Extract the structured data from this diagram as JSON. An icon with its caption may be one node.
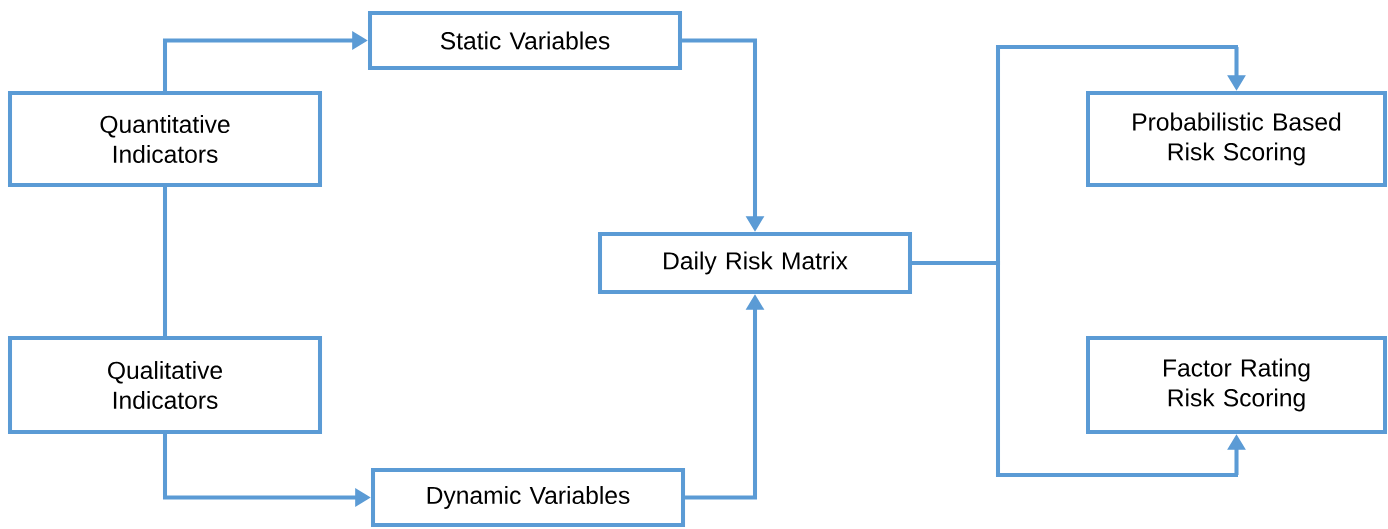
{
  "diagram": {
    "nodes": [
      {
        "text": [
          "Quantitative Indicators"
        ]
      },
      {
        "text": [
          "Qualitative Indicators"
        ]
      },
      {
        "text": [
          "Static Variables"
        ]
      },
      {
        "text": [
          "Dynamic Variables"
        ]
      },
      {
        "text": [
          "Daily Risk Matrix"
        ]
      },
      {
        "text": [
          "Probabilistic Based Risk Scoring"
        ]
      },
      {
        "text": [
          "Factor Rating Risk Scoring"
        ]
      }
    ],
    "edges": [
      {
        "from": 0,
        "to": 2,
        "arrow": "to"
      },
      {
        "from": 0,
        "to": 1,
        "arrow": "none"
      },
      {
        "from": 1,
        "to": 3,
        "arrow": "to"
      },
      {
        "from": 2,
        "to": 4,
        "arrow": "to"
      },
      {
        "from": 3,
        "to": 4,
        "arrow": "to"
      },
      {
        "from": 4,
        "to": 5,
        "arrow": "to"
      },
      {
        "from": 4,
        "to": 6,
        "arrow": "to"
      }
    ]
  }
}
